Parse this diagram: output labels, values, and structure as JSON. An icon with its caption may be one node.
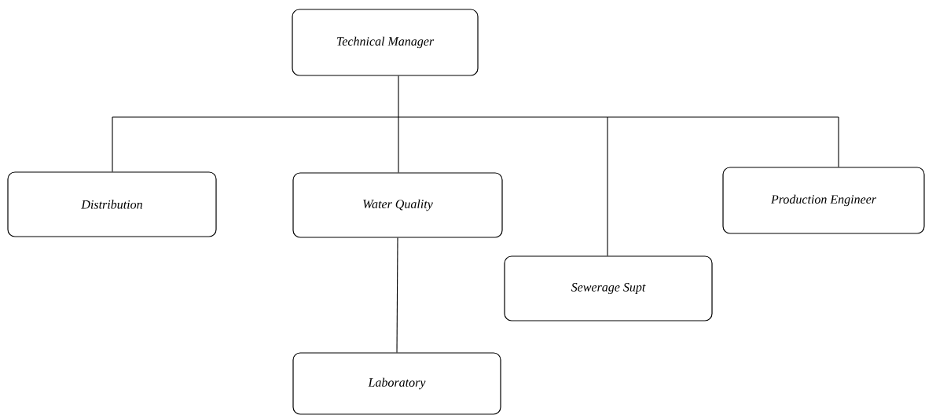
{
  "diagram": {
    "nodes": [
      {
        "text": [
          "Technical Manager"
        ]
      },
      {
        "text": [
          "Distribution"
        ]
      },
      {
        "text": [
          "Water Quality"
        ]
      },
      {
        "text": [
          "Production Engineer"
        ]
      },
      {
        "text": [
          "Sewerage Supt"
        ]
      },
      {
        "text": [
          "Laboratory"
        ]
      }
    ],
    "edges": [
      {
        "from": 0,
        "to": 1,
        "arrow": "none"
      },
      {
        "from": 0,
        "to": 2,
        "arrow": "none"
      },
      {
        "from": 0,
        "to": 4,
        "arrow": "none"
      },
      {
        "from": 0,
        "to": 3,
        "arrow": "none"
      },
      {
        "from": 2,
        "to": 5,
        "arrow": "none"
      }
    ]
  }
}
